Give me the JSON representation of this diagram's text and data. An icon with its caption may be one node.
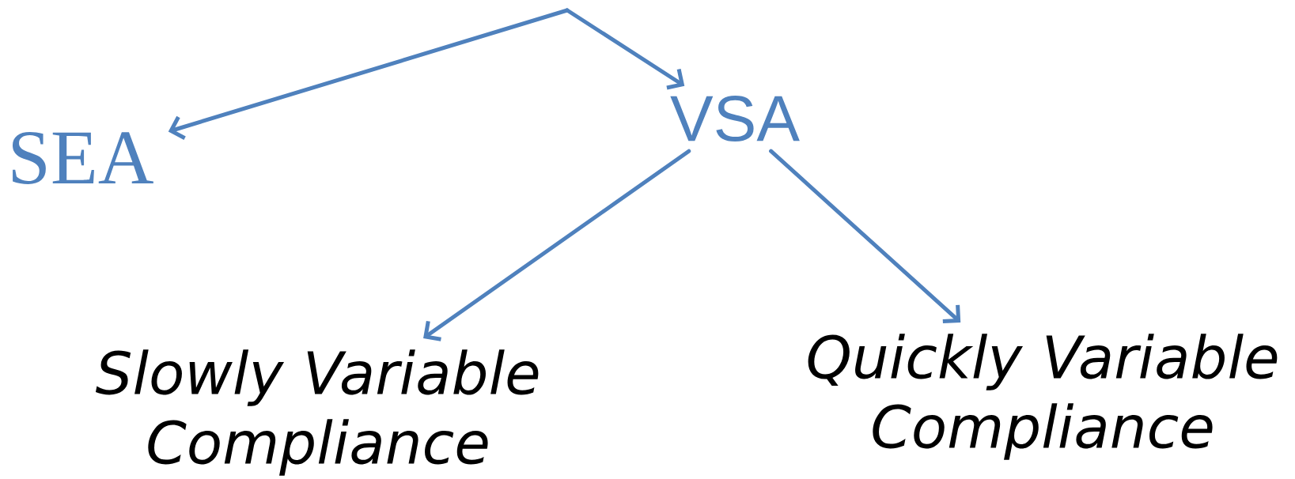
{
  "diagram": {
    "nodes": [
      {
        "text": [
          "SEA"
        ]
      },
      {
        "text": [
          "VSA"
        ]
      },
      {
        "text": [
          "Slowly Variable Compliance"
        ]
      },
      {
        "text": [
          "Quickly Variable Compliance"
        ]
      }
    ],
    "edges": [
      {
        "from": null,
        "to": 0,
        "arrow": "to"
      },
      {
        "from": null,
        "to": 1,
        "arrow": "to"
      },
      {
        "from": 1,
        "to": 2,
        "arrow": "to"
      },
      {
        "from": 1,
        "to": 3,
        "arrow": "to"
      }
    ]
  }
}
